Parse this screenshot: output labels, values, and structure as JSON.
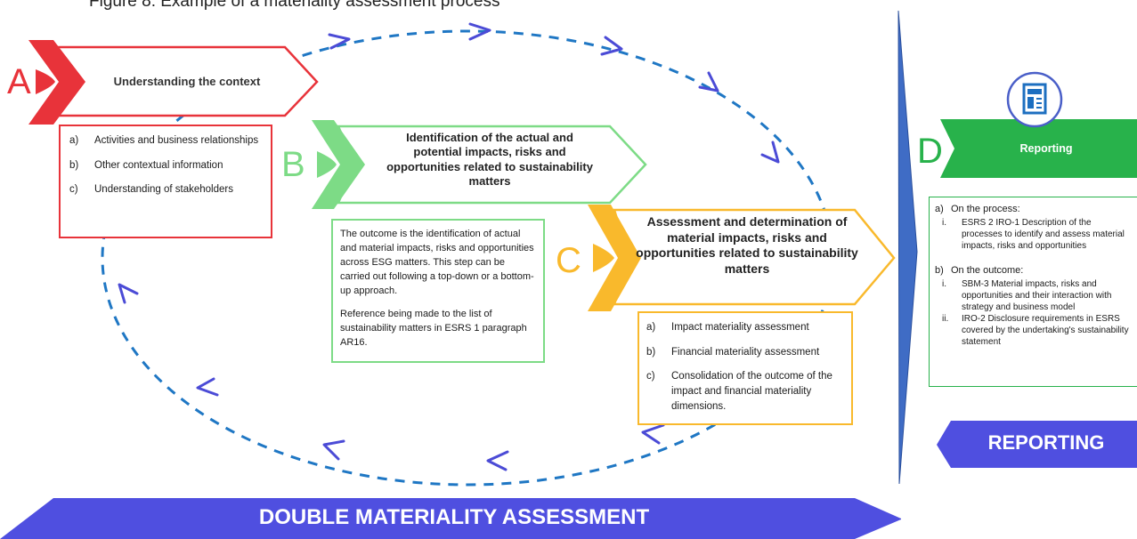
{
  "caption": "Figure 8: Example of a materiality assessment process",
  "colors": {
    "step_a": "#e8333a",
    "step_b": "#7ddb86",
    "step_c": "#f9b92c",
    "step_d": "#28b24b",
    "cycle": "#1f77c4",
    "cycle_arrows": "#4b4bd6",
    "banner": "#4f4fe0"
  },
  "step_a": {
    "letter": "A",
    "title": "Understanding the context",
    "items": [
      {
        "key": "a)",
        "text": "Activities and business relationships"
      },
      {
        "key": "b)",
        "text": "Other contextual information"
      },
      {
        "key": "c)",
        "text": "Understanding of stakeholders"
      }
    ]
  },
  "step_b": {
    "letter": "B",
    "title": "Identification of the actual and potential impacts, risks and opportunities related to sustainability matters",
    "outcome_1": "The outcome is the identification of actual and material impacts, risks and opportunities across ESG matters. This step can be carried out following a top-down or a bottom-up approach.",
    "outcome_2": "Reference being made to the list of sustainability matters in ESRS 1 paragraph AR16."
  },
  "step_c": {
    "letter": "C",
    "title": "Assessment and determination of material impacts, risks and opportunities related to sustainability matters",
    "items": [
      {
        "key": "a)",
        "text": "Impact materiality assessment"
      },
      {
        "key": "b)",
        "text": "Financial materiality assessment"
      },
      {
        "key": "c)",
        "text": "Consolidation  of the outcome of the impact and financial materiality dimensions."
      }
    ]
  },
  "step_d": {
    "letter": "D",
    "title": "Reporting",
    "icon": "report-document-icon",
    "process_key": "a)",
    "process_label": "On the process:",
    "process_items": [
      {
        "key": "i.",
        "text": "ESRS 2 IRO-1 Description of the processes to identify and assess material impacts, risks and opportunities"
      }
    ],
    "outcome_key": "b)",
    "outcome_label": "On the outcome:",
    "outcome_items": [
      {
        "key": "i.",
        "text": "SBM-3 Material impacts, risks and opportunities and their interaction with strategy and business model"
      },
      {
        "key": "ii.",
        "text": "IRO-2 Disclosure requirements in ESRS covered by the undertaking's sustainability statement"
      }
    ]
  },
  "banners": {
    "reporting": "REPORTING",
    "double_materiality": "DOUBLE MATERIALITY ASSESSMENT"
  }
}
